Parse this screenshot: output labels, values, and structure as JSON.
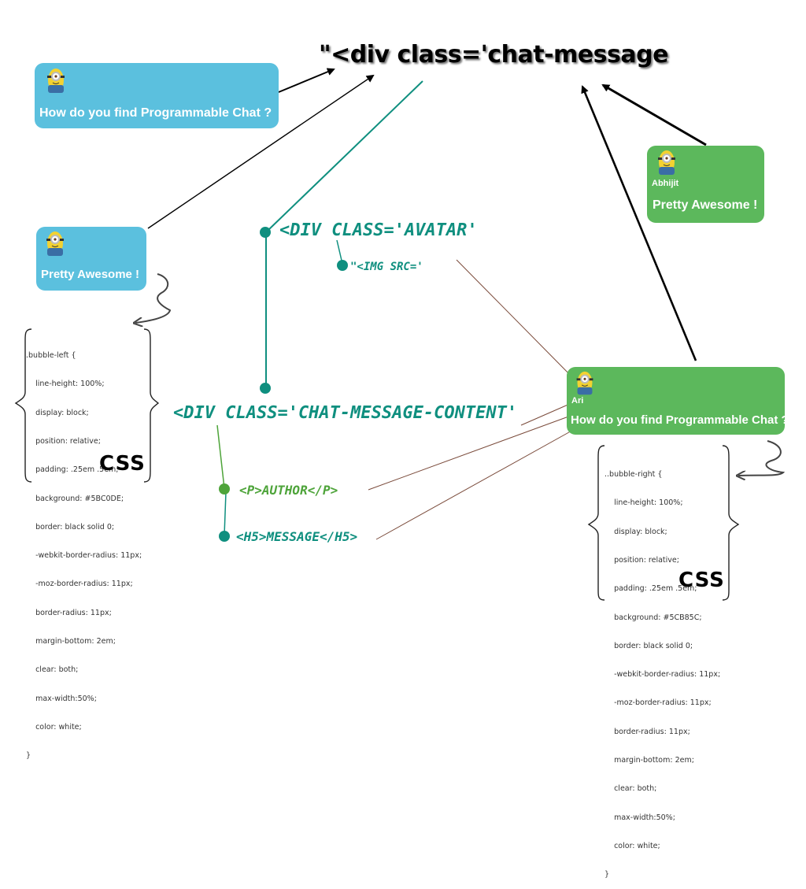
{
  "title": "\"<div class='chat-message",
  "bubbles": [
    {
      "message": "How do you find Programmable Chat ?"
    },
    {
      "message": "Pretty Awesome !"
    },
    {
      "author": "Abhijit",
      "message": "Pretty Awesome !"
    },
    {
      "author": "Ari",
      "message": "How do you find Programmable Chat ?"
    }
  ],
  "labels": {
    "avatar": "<DIV CLASS='AVATAR'",
    "img": "\"<IMG SRC='",
    "content": "<DIV CLASS='CHAT-MESSAGE-CONTENT'",
    "author": "<P>AUTHOR</P>",
    "message": "<H5>MESSAGE</H5>"
  },
  "css_left": [
    ".bubble-left {",
    "    line-height: 100%;",
    "    display: block;",
    "    position: relative;",
    "    padding: .25em .5em;",
    "    background: #5BC0DE;",
    "    border: black solid 0;",
    "    -webkit-border-radius: 11px;",
    "    -moz-border-radius: 11px;",
    "    border-radius: 11px;",
    "    margin-bottom: 2em;",
    "    clear: both;",
    "    max-width:50%;",
    "    color: white;",
    "}"
  ],
  "css_right": [
    "..bubble-right {",
    "    line-height: 100%;",
    "    display: block;",
    "    position: relative;",
    "    padding: .25em .5em;",
    "    background: #5CB85C;",
    "    border: black solid 0;",
    "    -webkit-border-radius: 11px;",
    "    -moz-border-radius: 11px;",
    "    border-radius: 11px;",
    "    margin-bottom: 2em;",
    "    clear: both;",
    "    max-width:50%;",
    "    color: white;",
    "}"
  ],
  "css_tag": "CSS",
  "colors": {
    "blue": "#5BC0DE",
    "green": "#5CB85C",
    "teal": "#0f8f7f"
  },
  "icons": [
    "minion-avatar-icon"
  ]
}
